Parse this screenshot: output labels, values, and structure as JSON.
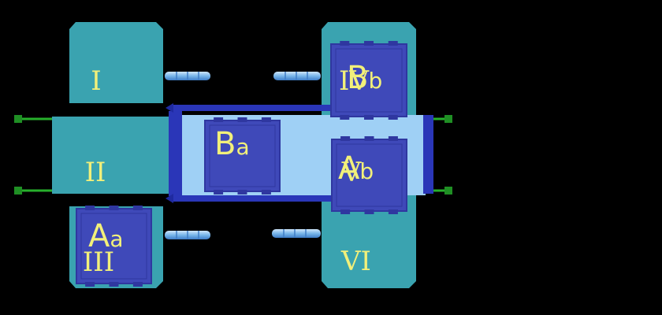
{
  "colors": {
    "background": "#000000",
    "station": "#3aa3b0",
    "station_edge": "#2e8a96",
    "platform": "#9fd0f5",
    "module": "#3f49b9",
    "module_dark": "#2f37a0",
    "rail": "#2a36b8",
    "text": "#f2f07a",
    "pin": "#78b6ea",
    "pin_dark": "#3f7dc7",
    "anchor": "#27b02c"
  },
  "stations": [
    {
      "id": "st-1",
      "label": "I"
    },
    {
      "id": "st-2",
      "label": "II"
    },
    {
      "id": "st-3",
      "label": "III"
    },
    {
      "id": "st-4",
      "label": "IV"
    },
    {
      "id": "st-5",
      "label": "V"
    },
    {
      "id": "st-6",
      "label": "VI"
    }
  ],
  "modules": [
    {
      "id": "ba",
      "main": "B",
      "sub": "a"
    },
    {
      "id": "bb",
      "main": "B",
      "sub": "b"
    },
    {
      "id": "ab",
      "main": "A",
      "sub": "b"
    },
    {
      "id": "aa",
      "main": "A",
      "sub": "a"
    }
  ],
  "icons": {
    "pin": "docking-pin-icon",
    "anchor": "anchor-bolt-icon"
  }
}
